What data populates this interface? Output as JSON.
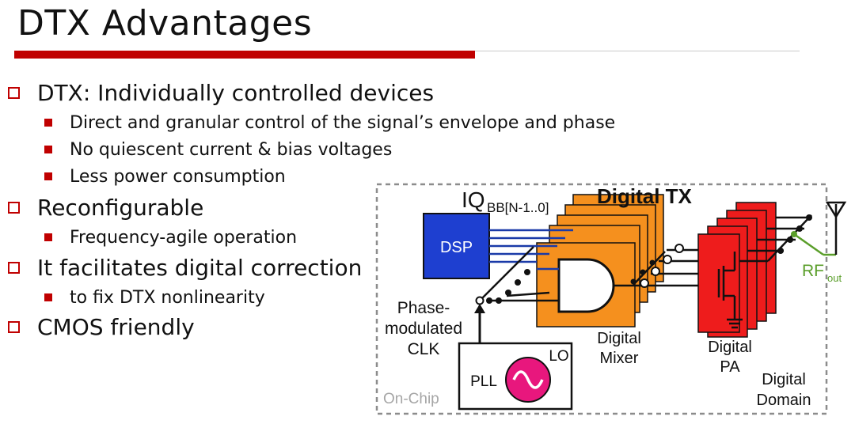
{
  "slide": {
    "title": "DTX Advantages"
  },
  "bullets": [
    {
      "text": "DTX: Individually controlled devices",
      "sub": [
        "Direct and granular control of the signal’s envelope and phase",
        "No quiescent current & bias voltages",
        "Less power consumption"
      ]
    },
    {
      "text": "Reconfigurable",
      "sub": [
        "Frequency-agile operation"
      ]
    },
    {
      "text": "It facilitates digital correction",
      "sub": [
        "to fix DTX nonlinearity"
      ]
    },
    {
      "text": "CMOS friendly",
      "sub": []
    }
  ],
  "diagram": {
    "iq_main": "IQ",
    "iq_sub": "BB[N-1..0]",
    "digital_tx": "Digital TX",
    "dsp": "DSP",
    "rf_main": "RF",
    "rf_sub": "out",
    "phase_line1": "Phase-",
    "phase_line2": "modulated",
    "phase_line3": "CLK",
    "mixer_line1": "Digital",
    "mixer_line2": "Mixer",
    "pa_line1": "Digital",
    "pa_line2": "PA",
    "domain_line1": "Digital",
    "domain_line2": "Domain",
    "lo": "LO",
    "pll": "PLL",
    "on_chip": "On-Chip",
    "colors": {
      "accent": "#c00000",
      "dsp": "#1e3fd0",
      "mixer": "#f5901e",
      "pa": "#ee1c1c",
      "rf": "#5a9e2a",
      "osc": "#e8177d"
    }
  }
}
